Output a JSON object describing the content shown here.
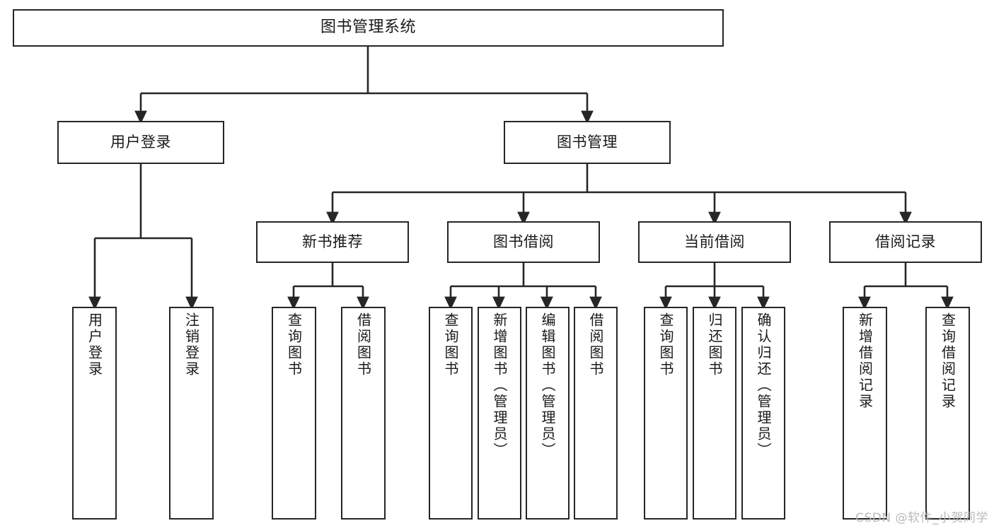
{
  "diagram": {
    "title": "图书管理系统",
    "type": "tree-hierarchy",
    "colors": {
      "stroke": "#262626",
      "fill": "#ffffff",
      "text": "#1a1a1a",
      "watermark": "#b9b9b9"
    },
    "root": {
      "label": "图书管理系统"
    },
    "level2": [
      {
        "label": "用户登录"
      },
      {
        "label": "图书管理"
      }
    ],
    "level3": [
      {
        "label": "新书推荐"
      },
      {
        "label": "图书借阅"
      },
      {
        "label": "当前借阅"
      },
      {
        "label": "借阅记录"
      }
    ],
    "leaves": {
      "user_login": [
        {
          "label": "用户登录"
        },
        {
          "label": "注销登录"
        }
      ],
      "new_book_recommend": [
        {
          "label": "查询图书"
        },
        {
          "label": "借阅图书"
        }
      ],
      "book_borrow": [
        {
          "label": "查询图书"
        },
        {
          "label": "新增图书（管理员）"
        },
        {
          "label": "编辑图书（管理员）"
        },
        {
          "label": "借阅图书"
        }
      ],
      "current_borrow": [
        {
          "label": "查询图书"
        },
        {
          "label": "归还图书"
        },
        {
          "label": "确认归还（管理员）"
        }
      ],
      "borrow_record": [
        {
          "label": "新增借阅记录"
        },
        {
          "label": "查询借阅记录"
        }
      ]
    },
    "watermark": "CSDN @软件_小贺同学"
  }
}
